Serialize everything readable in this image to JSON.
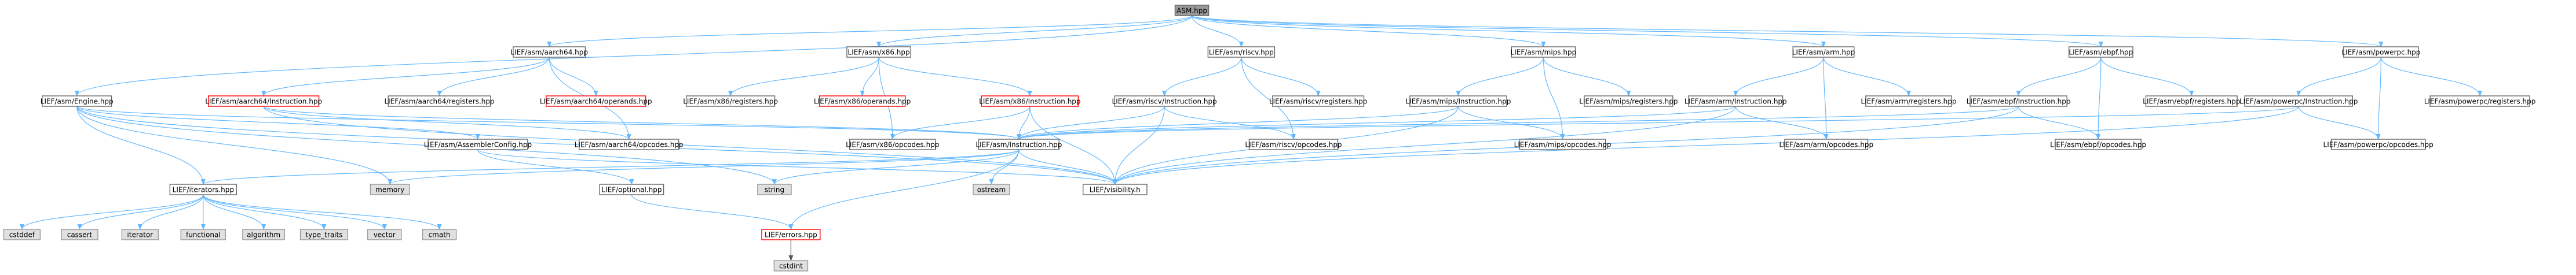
{
  "colors": {
    "normal_border": "#666666",
    "normal_fill": "#ffffff",
    "root_fill": "#999999",
    "root_border": "#666666",
    "external_fill": "#e0e0e0",
    "external_border": "#999999",
    "highlight_border": "#ff0000",
    "edge": "#63b8ff",
    "edge_dark": "#555555",
    "text": "#000000"
  },
  "nodes": {
    "asm_hpp": {
      "label": "ASM.hpp",
      "kind": "root"
    },
    "aarch64_hpp": {
      "label": "LIEF/asm/aarch64.hpp",
      "kind": "normal"
    },
    "x86_hpp": {
      "label": "LIEF/asm/x86.hpp",
      "kind": "normal"
    },
    "riscv_hpp": {
      "label": "LIEF/asm/riscv.hpp",
      "kind": "normal"
    },
    "mips_hpp": {
      "label": "LIEF/asm/mips.hpp",
      "kind": "normal"
    },
    "arm_hpp": {
      "label": "LIEF/asm/arm.hpp",
      "kind": "normal"
    },
    "ebpf_hpp": {
      "label": "LIEF/asm/ebpf.hpp",
      "kind": "normal"
    },
    "powerpc_hpp": {
      "label": "LIEF/asm/powerpc.hpp",
      "kind": "normal"
    },
    "engine_hpp": {
      "label": "LIEF/asm/Engine.hpp",
      "kind": "normal"
    },
    "aarch64_instruction": {
      "label": "LIEF/asm/aarch64/Instruction.hpp",
      "kind": "highlight"
    },
    "aarch64_registers": {
      "label": "LIEF/asm/aarch64/registers.hpp",
      "kind": "normal"
    },
    "aarch64_operands": {
      "label": "LIEF/asm/aarch64/operands.hpp",
      "kind": "highlight"
    },
    "x86_registers": {
      "label": "LIEF/asm/x86/registers.hpp",
      "kind": "normal"
    },
    "x86_operands": {
      "label": "LIEF/asm/x86/operands.hpp",
      "kind": "highlight"
    },
    "x86_instruction": {
      "label": "LIEF/asm/x86/Instruction.hpp",
      "kind": "highlight"
    },
    "riscv_instruction": {
      "label": "LIEF/asm/riscv/Instruction.hpp",
      "kind": "normal"
    },
    "riscv_registers": {
      "label": "LIEF/asm/riscv/registers.hpp",
      "kind": "normal"
    },
    "mips_instruction": {
      "label": "LIEF/asm/mips/Instruction.hpp",
      "kind": "normal"
    },
    "mips_registers": {
      "label": "LIEF/asm/mips/registers.hpp",
      "kind": "normal"
    },
    "arm_instruction": {
      "label": "LIEF/asm/arm/Instruction.hpp",
      "kind": "normal"
    },
    "arm_registers": {
      "label": "LIEF/asm/arm/registers.hpp",
      "kind": "normal"
    },
    "ebpf_instruction": {
      "label": "LIEF/asm/ebpf/Instruction.hpp",
      "kind": "normal"
    },
    "ebpf_registers": {
      "label": "LIEF/asm/ebpf/registers.hpp",
      "kind": "normal"
    },
    "powerpc_instruction": {
      "label": "LIEF/asm/powerpc/Instruction.hpp",
      "kind": "normal"
    },
    "powerpc_registers": {
      "label": "LIEF/asm/powerpc/registers.hpp",
      "kind": "normal"
    },
    "assembler_config": {
      "label": "LIEF/asm/AssemblerConfig.hpp",
      "kind": "normal"
    },
    "aarch64_opcodes": {
      "label": "LIEF/asm/aarch64/opcodes.hpp",
      "kind": "normal"
    },
    "x86_opcodes": {
      "label": "LIEF/asm/x86/opcodes.hpp",
      "kind": "normal"
    },
    "instruction_hpp": {
      "label": "LIEF/asm/Instruction.hpp",
      "kind": "normal"
    },
    "riscv_opcodes": {
      "label": "LIEF/asm/riscv/opcodes.hpp",
      "kind": "normal"
    },
    "mips_opcodes": {
      "label": "LIEF/asm/mips/opcodes.hpp",
      "kind": "normal"
    },
    "arm_opcodes": {
      "label": "LIEF/asm/arm/opcodes.hpp",
      "kind": "normal"
    },
    "ebpf_opcodes": {
      "label": "LIEF/asm/ebpf/opcodes.hpp",
      "kind": "normal"
    },
    "powerpc_opcodes": {
      "label": "LIEF/asm/powerpc/opcodes.hpp",
      "kind": "normal"
    },
    "iterators_hpp": {
      "label": "LIEF/iterators.hpp",
      "kind": "normal"
    },
    "memory": {
      "label": "memory",
      "kind": "external"
    },
    "optional_hpp": {
      "label": "LIEF/optional.hpp",
      "kind": "normal"
    },
    "string": {
      "label": "string",
      "kind": "external"
    },
    "ostream": {
      "label": "ostream",
      "kind": "external"
    },
    "visibility_h": {
      "label": "LIEF/visibility.h",
      "kind": "normal"
    },
    "cstddef": {
      "label": "cstddef",
      "kind": "external"
    },
    "cassert": {
      "label": "cassert",
      "kind": "external"
    },
    "iterator": {
      "label": "iterator",
      "kind": "external"
    },
    "functional": {
      "label": "functional",
      "kind": "external"
    },
    "algorithm": {
      "label": "algorithm",
      "kind": "external"
    },
    "type_traits": {
      "label": "type_traits",
      "kind": "external"
    },
    "vector": {
      "label": "vector",
      "kind": "external"
    },
    "cmath": {
      "label": "cmath",
      "kind": "external"
    },
    "errors_hpp": {
      "label": "LIEF/errors.hpp",
      "kind": "highlight"
    },
    "cstdint": {
      "label": "cstdint",
      "kind": "external"
    }
  },
  "edges": [
    [
      "asm_hpp",
      "engine_hpp"
    ],
    [
      "asm_hpp",
      "aarch64_hpp"
    ],
    [
      "asm_hpp",
      "x86_hpp"
    ],
    [
      "asm_hpp",
      "riscv_hpp"
    ],
    [
      "asm_hpp",
      "mips_hpp"
    ],
    [
      "asm_hpp",
      "arm_hpp"
    ],
    [
      "asm_hpp",
      "ebpf_hpp"
    ],
    [
      "asm_hpp",
      "powerpc_hpp"
    ],
    [
      "aarch64_hpp",
      "aarch64_instruction"
    ],
    [
      "aarch64_hpp",
      "aarch64_registers"
    ],
    [
      "aarch64_hpp",
      "aarch64_operands"
    ],
    [
      "aarch64_hpp",
      "aarch64_opcodes"
    ],
    [
      "x86_hpp",
      "x86_registers"
    ],
    [
      "x86_hpp",
      "x86_operands"
    ],
    [
      "x86_hpp",
      "x86_instruction"
    ],
    [
      "x86_hpp",
      "x86_opcodes"
    ],
    [
      "riscv_hpp",
      "riscv_instruction"
    ],
    [
      "riscv_hpp",
      "riscv_registers"
    ],
    [
      "riscv_hpp",
      "riscv_opcodes"
    ],
    [
      "mips_hpp",
      "mips_instruction"
    ],
    [
      "mips_hpp",
      "mips_registers"
    ],
    [
      "mips_hpp",
      "mips_opcodes"
    ],
    [
      "arm_hpp",
      "arm_instruction"
    ],
    [
      "arm_hpp",
      "arm_registers"
    ],
    [
      "arm_hpp",
      "arm_opcodes"
    ],
    [
      "ebpf_hpp",
      "ebpf_instruction"
    ],
    [
      "ebpf_hpp",
      "ebpf_registers"
    ],
    [
      "ebpf_hpp",
      "ebpf_opcodes"
    ],
    [
      "powerpc_hpp",
      "powerpc_instruction"
    ],
    [
      "powerpc_hpp",
      "powerpc_registers"
    ],
    [
      "powerpc_hpp",
      "powerpc_opcodes"
    ],
    [
      "engine_hpp",
      "iterators_hpp"
    ],
    [
      "engine_hpp",
      "memory"
    ],
    [
      "engine_hpp",
      "assembler_config"
    ],
    [
      "engine_hpp",
      "instruction_hpp"
    ],
    [
      "engine_hpp",
      "visibility_h"
    ],
    [
      "engine_hpp",
      "string"
    ],
    [
      "aarch64_instruction",
      "instruction_hpp"
    ],
    [
      "aarch64_instruction",
      "aarch64_opcodes"
    ],
    [
      "aarch64_instruction",
      "visibility_h"
    ],
    [
      "x86_instruction",
      "instruction_hpp"
    ],
    [
      "x86_instruction",
      "x86_opcodes"
    ],
    [
      "x86_instruction",
      "visibility_h"
    ],
    [
      "riscv_instruction",
      "instruction_hpp"
    ],
    [
      "riscv_instruction",
      "riscv_opcodes"
    ],
    [
      "riscv_instruction",
      "visibility_h"
    ],
    [
      "mips_instruction",
      "instruction_hpp"
    ],
    [
      "mips_instruction",
      "mips_opcodes"
    ],
    [
      "mips_instruction",
      "visibility_h"
    ],
    [
      "arm_instruction",
      "instruction_hpp"
    ],
    [
      "arm_instruction",
      "arm_opcodes"
    ],
    [
      "arm_instruction",
      "visibility_h"
    ],
    [
      "ebpf_instruction",
      "instruction_hpp"
    ],
    [
      "ebpf_instruction",
      "ebpf_opcodes"
    ],
    [
      "ebpf_instruction",
      "visibility_h"
    ],
    [
      "powerpc_instruction",
      "instruction_hpp"
    ],
    [
      "powerpc_instruction",
      "powerpc_opcodes"
    ],
    [
      "powerpc_instruction",
      "visibility_h"
    ],
    [
      "assembler_config",
      "optional_hpp"
    ],
    [
      "assembler_config",
      "visibility_h"
    ],
    [
      "instruction_hpp",
      "iterators_hpp"
    ],
    [
      "instruction_hpp",
      "memory"
    ],
    [
      "instruction_hpp",
      "string"
    ],
    [
      "instruction_hpp",
      "ostream"
    ],
    [
      "instruction_hpp",
      "visibility_h"
    ],
    [
      "instruction_hpp",
      "errors_hpp"
    ],
    [
      "iterators_hpp",
      "cstddef"
    ],
    [
      "iterators_hpp",
      "cassert"
    ],
    [
      "iterators_hpp",
      "iterator"
    ],
    [
      "iterators_hpp",
      "functional"
    ],
    [
      "iterators_hpp",
      "algorithm"
    ],
    [
      "iterators_hpp",
      "type_traits"
    ],
    [
      "iterators_hpp",
      "vector"
    ],
    [
      "iterators_hpp",
      "cmath"
    ],
    [
      "optional_hpp",
      "errors_hpp"
    ],
    [
      "errors_hpp",
      "cstdint"
    ]
  ]
}
